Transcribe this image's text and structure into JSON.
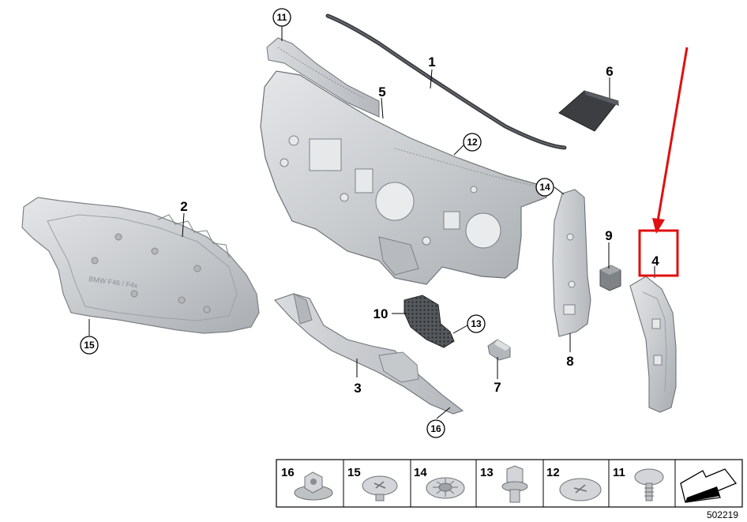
{
  "callouts": {
    "c1": "1",
    "c2": "2",
    "c3": "3",
    "c4": "4",
    "c5": "5",
    "c6": "6",
    "c7": "7",
    "c8": "8",
    "c9": "9",
    "c10": "10",
    "c11": "11",
    "c12": "12",
    "c13": "13",
    "c14": "14",
    "c15": "15",
    "c16": "16"
  },
  "strip": [
    "16",
    "15",
    "14",
    "13",
    "12",
    "11"
  ],
  "reference_number": "502219",
  "highlight": {
    "part": "4",
    "color": "#e01010"
  },
  "panel_text": "BMW F46 / F4x",
  "colors": {
    "part_fill": "#cdcfd2",
    "part_shade": "#9fa3a8",
    "dark_part": "#3c3e42",
    "strip_bg": "#eeeeee"
  }
}
